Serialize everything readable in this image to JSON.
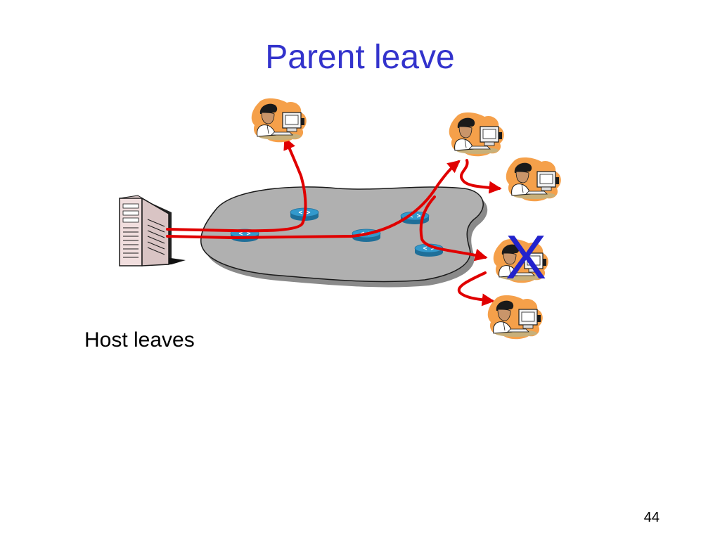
{
  "slide": {
    "title": "Parent leave",
    "caption": "Host leaves",
    "page_number": "44",
    "failure_mark": "X"
  },
  "colors": {
    "title": "#3333cc",
    "link": "#e00000",
    "cloud": "#b0b0b0",
    "router": "#3399cc",
    "host_backdrop": "#f5a04a",
    "failure_mark": "#2222cc"
  },
  "icons": {
    "source": "server-icon",
    "hosts": "user-at-computer-icon",
    "routers": "router-icon",
    "network": "network-cloud"
  }
}
